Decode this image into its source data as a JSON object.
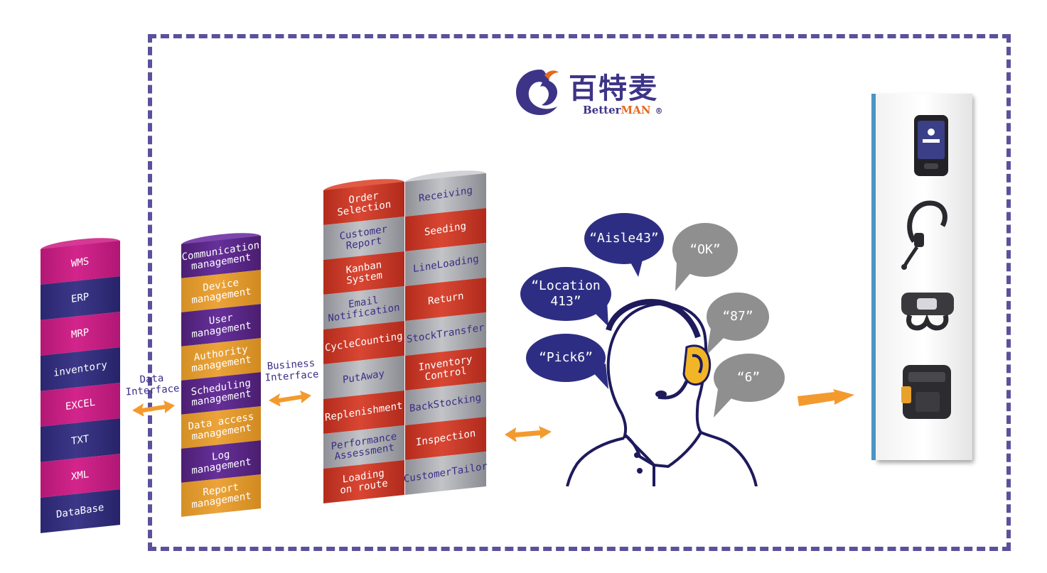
{
  "logo": {
    "chinese_name": "百特麦",
    "brand_prefix": "Better",
    "brand_suffix": "MAN",
    "registered_mark": "®"
  },
  "columns": {
    "data_sources": [
      {
        "label": "WMS",
        "color": "#c51f80"
      },
      {
        "label": "ERP",
        "color": "#342f80"
      },
      {
        "label": "MRP",
        "color": "#c51f80"
      },
      {
        "label": "inventory",
        "color": "#342f80"
      },
      {
        "label": "EXCEL",
        "color": "#c51f80"
      },
      {
        "label": "TXT",
        "color": "#342f80"
      },
      {
        "label": "XML",
        "color": "#c51f80"
      },
      {
        "label": "DataBase",
        "color": "#342f80"
      }
    ],
    "management": [
      {
        "label": "Communication\nmanagement",
        "color": "#5a2a8a"
      },
      {
        "label": "Device\nmanagement",
        "color": "#e29a2e"
      },
      {
        "label": "User\nmanagement",
        "color": "#5a2a8a"
      },
      {
        "label": "Authority\nmanagement",
        "color": "#e29a2e"
      },
      {
        "label": "Scheduling\nmanagement",
        "color": "#5a2a8a"
      },
      {
        "label": "Data access\nmanagement",
        "color": "#e29a2e"
      },
      {
        "label": "Log\nmanagement",
        "color": "#5a2a8a"
      },
      {
        "label": "Report\nmanagement",
        "color": "#e29a2e"
      }
    ],
    "functions_left": [
      {
        "label": "Order\nSelection",
        "color": "#c9392a"
      },
      {
        "label": "Customer\nReport",
        "color": "#b4b6ba"
      },
      {
        "label": "Kanban\nSystem",
        "color": "#c9392a"
      },
      {
        "label": "Email\nNotification",
        "color": "#b4b6ba"
      },
      {
        "label": "CycleCounting",
        "color": "#c9392a"
      },
      {
        "label": "PutAway",
        "color": "#b4b6ba"
      },
      {
        "label": "Replenishment",
        "color": "#c9392a"
      },
      {
        "label": "Performance\nAssessment",
        "color": "#b4b6ba"
      },
      {
        "label": "Loading\non route",
        "color": "#c9392a"
      }
    ],
    "functions_right": [
      {
        "label": "Receiving",
        "color": "#b4b6ba"
      },
      {
        "label": "Seeding",
        "color": "#c9392a"
      },
      {
        "label": "LineLoading",
        "color": "#b4b6ba"
      },
      {
        "label": "Return",
        "color": "#c9392a"
      },
      {
        "label": "StockTransfer",
        "color": "#b4b6ba"
      },
      {
        "label": "Inventory\nControl",
        "color": "#c9392a"
      },
      {
        "label": "BackStocking",
        "color": "#b4b6ba"
      },
      {
        "label": "Inspection",
        "color": "#c9392a"
      },
      {
        "label": "CustomerTailor",
        "color": "#b4b6ba"
      }
    ]
  },
  "edge_labels": {
    "data_interface": "Data\nInterface",
    "business_interface": "Business\nInterface"
  },
  "bubbles": {
    "aisle": "“Aisle43”",
    "ok": "“OK”",
    "location": "“Location\n413”",
    "eighty_seven": "“87”",
    "pick": "“Pick6”",
    "six": "“6”"
  },
  "colors": {
    "frame": "#5a519c",
    "arrow": "#f39a2e",
    "bubble_blue": "#2d2e83",
    "bubble_gray": "#8f8f90",
    "panel_edge": "#4b94c4"
  },
  "icons": [
    "arrow-left-right-icon",
    "arrow-right-icon",
    "headset-icon",
    "mobile-terminal-icon",
    "wearable-headset-icon",
    "ring-scanner-icon",
    "mobile-printer-icon"
  ]
}
